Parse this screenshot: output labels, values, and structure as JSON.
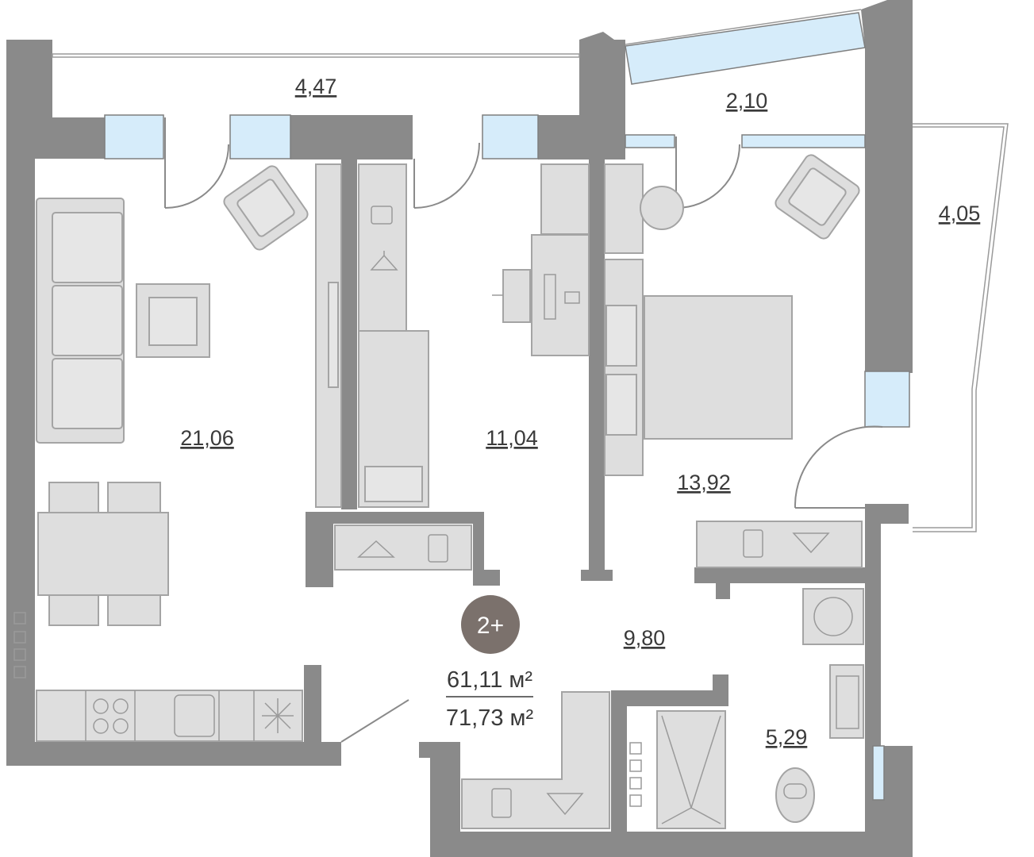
{
  "plan": {
    "badge": "2+",
    "living_area": "61,11 м²",
    "total_area": "71,73 м²",
    "rooms": [
      {
        "id": "loggia-top-left",
        "area": "4,47"
      },
      {
        "id": "loggia-top-right",
        "area": "2,10"
      },
      {
        "id": "balcony-right",
        "area": "4,05"
      },
      {
        "id": "living-room",
        "area": "21,06"
      },
      {
        "id": "bedroom-office",
        "area": "11,04"
      },
      {
        "id": "bedroom",
        "area": "13,92"
      },
      {
        "id": "hallway",
        "area": "9,80"
      },
      {
        "id": "bathroom",
        "area": "5,29"
      }
    ]
  },
  "colors": {
    "wall": "#8a8a8a",
    "glass": "#d6ecfa",
    "furniture": "#dedede",
    "badge": "#7b716c"
  }
}
